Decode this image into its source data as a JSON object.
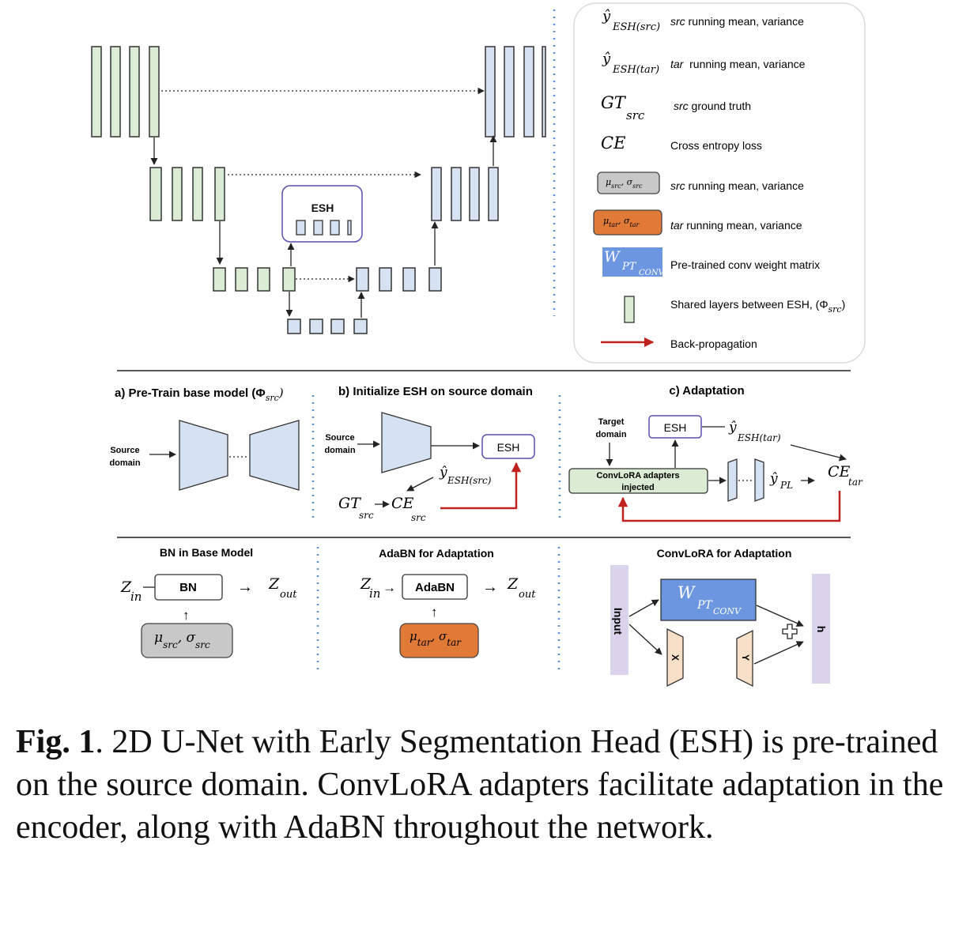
{
  "colors": {
    "enc_fill": "#dbebd4",
    "dec_fill": "#d6e2f2",
    "stroke": "#333333",
    "legend_border": "#d8d8d8",
    "esh_border": "#5a4fb0",
    "backprop": "#c0221f",
    "orange": "#e07a36",
    "gray": "#c8c8c8",
    "lavender": "#d9d4ec",
    "peach": "#f7e0c7",
    "wpt_blue": "#6c97e0",
    "dotted": "#5b8fd4"
  },
  "unet": {
    "esh_label": "ESH"
  },
  "legend": {
    "items": [
      {
        "symbol_main": "ŷ",
        "symbol_sub": "ESH(src)",
        "desc_italic": "src",
        "desc": " running mean, variance"
      },
      {
        "symbol_main": "ŷ",
        "symbol_sub": "ESH(tar)",
        "desc_italic": "tar",
        "desc": "  running mean, variance"
      },
      {
        "symbol_main": "GT",
        "symbol_sub": "src",
        "desc_italic": "src",
        "desc": " ground truth"
      },
      {
        "symbol_main": "CE",
        "symbol_sub": "",
        "desc_italic": "",
        "desc": "Cross entropy loss"
      },
      {
        "symbol_main": "μ",
        "symbol_sub": "src",
        "desc_italic": "src",
        "desc": " running mean, variance"
      },
      {
        "symbol_main": "μ",
        "symbol_sub": "tar",
        "desc_italic": "tar",
        "desc": " running mean, variance"
      },
      {
        "symbol_main": "W",
        "symbol_sub": "PT",
        "desc_italic": "",
        "desc": "Pre-trained conv weight matrix"
      },
      {
        "symbol_main": "",
        "symbol_sub": "",
        "desc_italic": "",
        "desc": "Shared layers between ESH, (Φ"
      },
      {
        "symbol_main": "",
        "symbol_sub": "",
        "desc_italic": "",
        "desc": "Back-propagation"
      }
    ],
    "phi_sub": "src",
    "conv_sub": "CONV",
    "sigma": "σ"
  },
  "panel_a": {
    "title": "a) Pre-Train base model (Φ",
    "title_sub": "src",
    "source_label_1": "Source",
    "source_label_2": "domain"
  },
  "panel_b": {
    "title": "b)  Initialize ESH on source domain",
    "source_label_1": "Source",
    "source_label_2": "domain",
    "esh_label": "ESH",
    "yhat_sub": "ESH(src)",
    "gt_label": "GT",
    "gt_sub": "src",
    "ce_label": "CE",
    "ce_sub": "src"
  },
  "panel_c": {
    "title": "c) Adaptation",
    "target_label_1": "Target",
    "target_label_2": "domain",
    "esh_label": "ESH",
    "yhat_sub": "ESH(tar)",
    "adapter_label_1": "ConvLoRA adapters",
    "adapter_label_2": "injected",
    "ypl_sub": "PL",
    "ce_label": "CE",
    "ce_sub": "tar"
  },
  "bn": {
    "title": "BN in Base Model",
    "box_label": "BN",
    "z_in": "Z",
    "z_in_sub": "in",
    "z_out": "Z",
    "z_out_sub": "out",
    "stats_sub_1": "src",
    "stats_sub_2": "src"
  },
  "adabn": {
    "title": "AdaBN for Adaptation",
    "box_label": "AdaBN",
    "z_in": "Z",
    "z_in_sub": "in",
    "z_out": "Z",
    "z_out_sub": "out",
    "stats_sub_1": "tar",
    "stats_sub_2": "tar"
  },
  "convlora": {
    "title": "ConvLoRA for Adaptation",
    "input_label": "Input",
    "w_label": "W",
    "w_sub": "PT",
    "w_sub2": "CONV",
    "x_label": "X",
    "y_label": "Y",
    "h_label": "h"
  },
  "caption": {
    "fig_label": "Fig. 1",
    "text": ". 2D U-Net with Early Segmentation Head (ESH) is pre-trained on the source domain. ConvLoRA adapters facilitate adaptation in the encoder, along with AdaBN throughout the network."
  }
}
